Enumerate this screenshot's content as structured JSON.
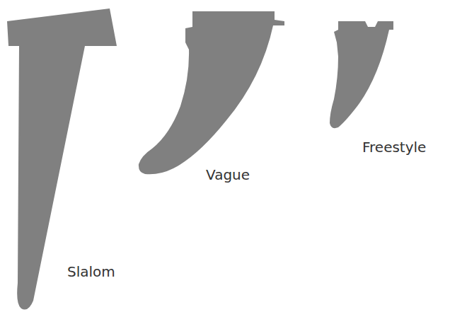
{
  "diagram": {
    "labels": [
      "Slalom",
      "Vague",
      "Freestyle"
    ]
  }
}
